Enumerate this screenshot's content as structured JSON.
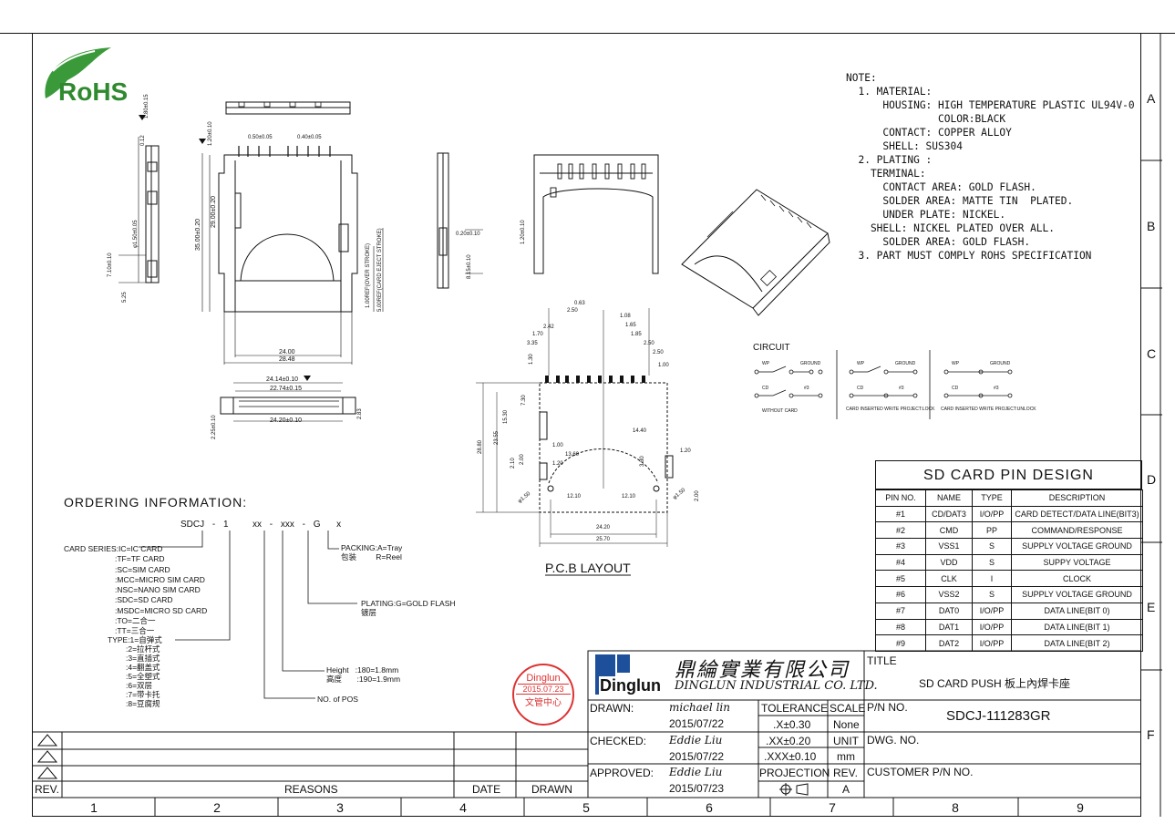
{
  "logo": {
    "text": "RoHS",
    "leaf_color": "#3a9a3a",
    "text_color": "#2f8a2f"
  },
  "notes": {
    "header": "NOTE:",
    "lines": [
      "  1. MATERIAL:",
      "      HOUSING: HIGH TEMPERATURE PLASTIC UL94V-0",
      "               COLOR:BLACK",
      "      CONTACT: COPPER ALLOY",
      "      SHELL: SUS304",
      "  2. PLATING :",
      "    TERMINAL:",
      "      CONTACT AREA: GOLD FLASH.",
      "      SOLDER AREA: MATTE TIN  PLATED.",
      "      UNDER PLATE: NICKEL.",
      "    SHELL: NICKEL PLATED OVER ALL.",
      "      SOLDER AREA: GOLD FLASH.",
      "  3. PART MUST COMPLY ROHS SPECIFICATION"
    ]
  },
  "zones": {
    "columns": [
      "1",
      "2",
      "3",
      "4",
      "5",
      "6",
      "7",
      "8",
      "9"
    ],
    "rows": [
      "A",
      "B",
      "C",
      "D",
      "E",
      "F"
    ]
  },
  "dims": {
    "front_top": [
      "0.50±0.05",
      "0.40±0.05"
    ],
    "front_h1": "29.00±0.20",
    "front_h2": "35.00±0.20",
    "front_w1": "24.00",
    "front_w2": "28.48",
    "stroke1": "1.00REF(OVER STROKE)",
    "stroke2": "5.00REF(CARD EJECT STROKE)",
    "bottom1": "24.14±0.10",
    "bottom2": "22.74±0.15",
    "bottom3": "24.20±0.10",
    "side_h1": "2.25±0.10",
    "side_h2": "2.83",
    "side_dim1": "0.20±0.10",
    "side_dim2": "8.15±0.10",
    "side_left1": "7.10±0.10",
    "side_left2": "5.25",
    "side_left3": "0.12",
    "side_left4": "1.80±0.15",
    "side_left5": "φ1.50±0.05",
    "rear_h": "1.20±0.10"
  },
  "pcb": {
    "title": "P.C.B LAYOUT",
    "top_dims": [
      "0.63",
      "2.50",
      "1.08",
      "2.42",
      "1.65",
      "1.70",
      "1.85",
      "3.35",
      "2.50",
      "2.50",
      "1.00"
    ],
    "left_dims": [
      "1.30",
      "7.30",
      "15.30",
      "23.55",
      "28.80",
      "2.00",
      "2.10"
    ],
    "mid_dims": [
      "14.40",
      "1.00",
      "13.60",
      "1.20",
      "3.30",
      "1.20"
    ],
    "bottom_dims": [
      "12.10",
      "12.10",
      "24.20",
      "25.70"
    ],
    "holes": [
      "φ1.50",
      "φ1.50"
    ],
    "right_dim": "2.00"
  },
  "circuit": {
    "title": "CIRCUIT",
    "groups": [
      {
        "caption": "WITHOUT CARD",
        "labels": [
          "WP",
          "GROUND",
          "CD",
          "#3"
        ]
      },
      {
        "caption": "CARD INSERTED WRITE PROJECT:LOCK",
        "labels": [
          "WP",
          "GROUND",
          "CD",
          "#3"
        ]
      },
      {
        "caption": "CARD INSERTED WRITE PROJECT:UNLOCK",
        "labels": [
          "WP",
          "GROUND",
          "CD",
          "#3"
        ]
      }
    ]
  },
  "pin_design": {
    "title": "SD CARD PIN DESIGN",
    "headers": [
      "PIN NO.",
      "NAME",
      "TYPE",
      "DESCRIPTION"
    ],
    "rows": [
      [
        "#1",
        "CD/DAT3",
        "I/O/PP",
        "CARD DETECT/DATA LINE(BIT3)"
      ],
      [
        "#2",
        "CMD",
        "PP",
        "COMMAND/RESPONSE"
      ],
      [
        "#3",
        "VSS1",
        "S",
        "SUPPLY VOLTAGE GROUND"
      ],
      [
        "#4",
        "VDD",
        "S",
        "SUPPY VOLTAGE"
      ],
      [
        "#5",
        "CLK",
        "I",
        "CLOCK"
      ],
      [
        "#6",
        "VSS2",
        "S",
        "SUPPLY VOLTAGE GROUND"
      ],
      [
        "#7",
        "DAT0",
        "I/O/PP",
        "DATA LINE(BIT 0)"
      ],
      [
        "#8",
        "DAT1",
        "I/O/PP",
        "DATA LINE(BIT 1)"
      ],
      [
        "#9",
        "DAT2",
        "I/O/PP",
        "DATA LINE(BIT 2)"
      ]
    ]
  },
  "ordering": {
    "title": "ORDERING INFORMATION:",
    "code": [
      "SDCJ",
      "-",
      "1",
      "xx",
      "-",
      "xxx",
      "-",
      "G",
      "x"
    ],
    "card_series": [
      "CARD SERIES:IC=IC CARD",
      ":TF=TF CARD",
      ":SC=SIM CARD",
      ":MCC=MICRO SIM CARD",
      ":NSC=NANO SIM CARD",
      ":SDC=SD CARD",
      ":MSDC=MICRO SD CARD",
      ":TO=二合一",
      ":TT=三合一"
    ],
    "types": [
      "TYPE:1=自弹式",
      ":2=拉杆式",
      ":3=直插式",
      ":4=翻盖式",
      ":5=全塑式",
      ":6=双层",
      ":7=带卡托",
      ":8=豆腐规"
    ],
    "packing": [
      "PACKING:A=Tray",
      "包装",
      "R=Reel"
    ],
    "plating": [
      "PLATING:G=GOLD FLASH",
      "镀层"
    ],
    "height": [
      "Height",
      ":180=1.8mm",
      "高度",
      ":190=1.9mm"
    ],
    "num_pos": "NO. of POS"
  },
  "title_block": {
    "company_cn": "鼎綸實業有限公司",
    "company_en": "DINGLUN INDUSTRIAL CO. LTD.",
    "company_logo": "Dinglun",
    "stamp": {
      "name": "Dinglun",
      "date": "2015.07.23",
      "dept": "文管中心"
    },
    "drawn_label": "DRAWN:",
    "drawn_by": "michael lin",
    "drawn_date": "2015/07/22",
    "checked_label": "CHECKED:",
    "checked_by": "Eddie Liu",
    "checked_date": "2015/07/22",
    "approved_label": "APPROVED:",
    "approved_by": "Eddie Liu",
    "approved_date": "2015/07/23",
    "tolerance_label": "TOLERANCE",
    "tol1": ".X±0.30",
    "tol2": ".XX±0.20",
    "tol3": ".XXX±0.10",
    "scale_label": "SCALE",
    "scale_val": "None",
    "unit_label": "UNIT",
    "unit_val": "mm",
    "projection_label": "PROJECTION",
    "rev_label": "REV.",
    "rev_val": "A",
    "title_label": "TITLE",
    "title_val": "SD CARD PUSH  板上內焊卡座",
    "pn_label": "P/N NO.",
    "pn_val": "SDCJ-111283GR",
    "dwg_label": "DWG. NO.",
    "cust_label": "CUSTOMER P/N NO."
  },
  "revision_block": {
    "rev": "REV.",
    "reasons": "REASONS",
    "date": "DATE",
    "drawn": "DRAWN"
  }
}
